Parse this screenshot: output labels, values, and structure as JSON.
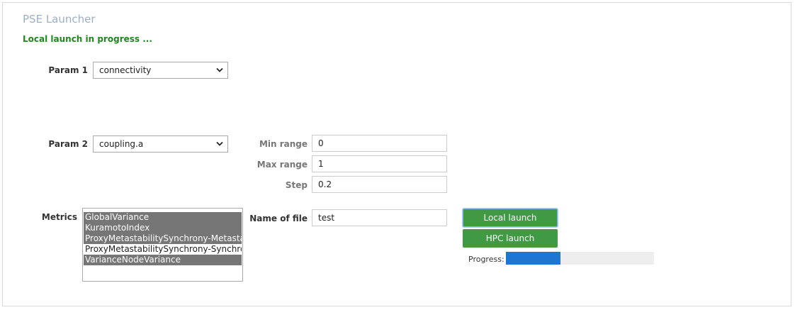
{
  "launcher": {
    "title": "PSE Launcher",
    "status": "Local launch in progress ...",
    "param1": {
      "label": "Param 1",
      "value": "connectivity"
    },
    "param2": {
      "label": "Param 2",
      "value": "coupling.a"
    },
    "min_range": {
      "label": "Min range",
      "value": "0"
    },
    "max_range": {
      "label": "Max range",
      "value": "1"
    },
    "step": {
      "label": "Step",
      "value": "0.2"
    },
    "metrics": {
      "label": "Metrics",
      "options": [
        {
          "text": "GlobalVariance",
          "selected": true
        },
        {
          "text": "KuramotoIndex",
          "selected": true
        },
        {
          "text": "ProxyMetastabilitySynchrony-Metastability",
          "selected": true
        },
        {
          "text": "ProxyMetastabilitySynchrony-Synchrony",
          "selected": false
        },
        {
          "text": "VarianceNodeVariance",
          "selected": true
        }
      ]
    },
    "file_name": {
      "label": "Name of file",
      "value": "test"
    },
    "buttons": {
      "local": "Local launch",
      "hpc": "HPC launch"
    },
    "progress": {
      "label": "Progress:",
      "percent": 37
    },
    "colors": {
      "button_green": "#3f9a43",
      "status_green": "#1a8a1a",
      "progress_blue": "#1f76d2",
      "title_blue": "#9bb0c8"
    }
  }
}
